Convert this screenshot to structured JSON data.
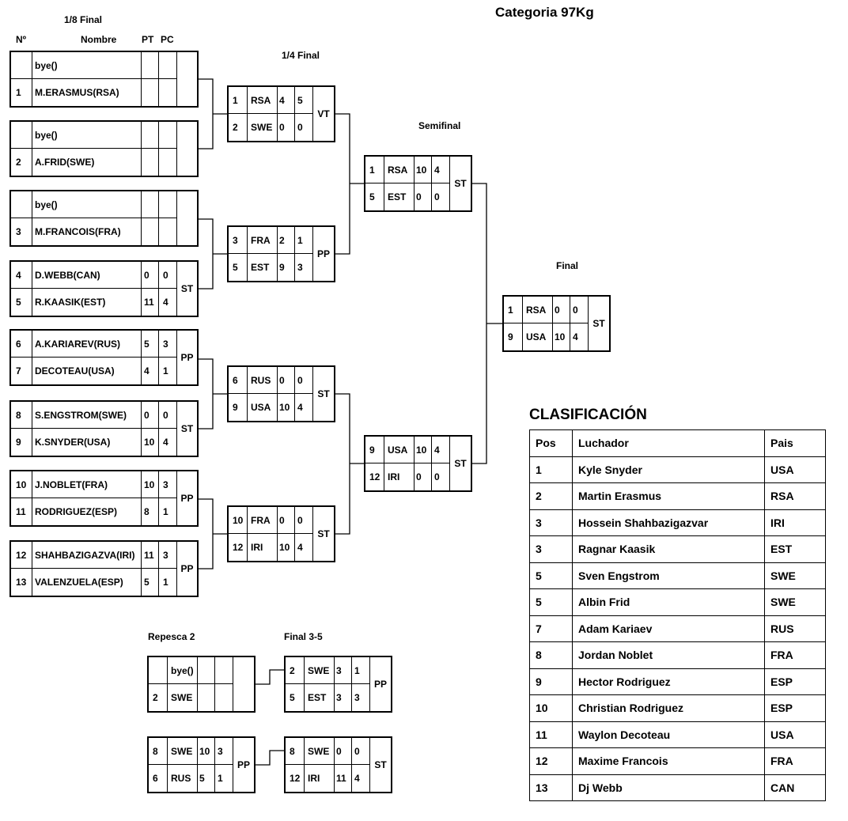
{
  "header": {
    "category": "Categoria 97Kg",
    "round_eighth": "1/8 Final",
    "col_no": "Nº",
    "col_name": "Nombre",
    "col_pt": "PT",
    "col_pc": "PC",
    "round_quarter": "1/4 Final",
    "round_semi": "Semifinal",
    "round_final": "Final",
    "repechage": "Repesca 2",
    "bronze": "Final 3-5"
  },
  "eighths": [
    {
      "a": {
        "no": "",
        "name": "bye()",
        "pt": "",
        "pc": ""
      },
      "b": {
        "no": "1",
        "name": "M.ERASMUS(RSA)",
        "pt": "",
        "pc": ""
      },
      "result": ""
    },
    {
      "a": {
        "no": "",
        "name": "bye()",
        "pt": "",
        "pc": ""
      },
      "b": {
        "no": "2",
        "name": "A.FRID(SWE)",
        "pt": "",
        "pc": ""
      },
      "result": ""
    },
    {
      "a": {
        "no": "",
        "name": "bye()",
        "pt": "",
        "pc": ""
      },
      "b": {
        "no": "3",
        "name": "M.FRANCOIS(FRA)",
        "pt": "",
        "pc": ""
      },
      "result": ""
    },
    {
      "a": {
        "no": "4",
        "name": "D.WEBB(CAN)",
        "pt": "0",
        "pc": "0"
      },
      "b": {
        "no": "5",
        "name": "R.KAASIK(EST)",
        "pt": "11",
        "pc": "4"
      },
      "result": "ST"
    },
    {
      "a": {
        "no": "6",
        "name": "A.KARIAREV(RUS)",
        "pt": "5",
        "pc": "3"
      },
      "b": {
        "no": "7",
        "name": "DECOTEAU(USA)",
        "pt": "4",
        "pc": "1"
      },
      "result": "PP"
    },
    {
      "a": {
        "no": "8",
        "name": "S.ENGSTROM(SWE)",
        "pt": "0",
        "pc": "0"
      },
      "b": {
        "no": "9",
        "name": "K.SNYDER(USA)",
        "pt": "10",
        "pc": "4"
      },
      "result": "ST"
    },
    {
      "a": {
        "no": "10",
        "name": "J.NOBLET(FRA)",
        "pt": "10",
        "pc": "3"
      },
      "b": {
        "no": "11",
        "name": "RODRIGUEZ(ESP)",
        "pt": "8",
        "pc": "1"
      },
      "result": "PP"
    },
    {
      "a": {
        "no": "12",
        "name": "SHAHBAZIGAZVA(IRI)",
        "pt": "11",
        "pc": "3"
      },
      "b": {
        "no": "13",
        "name": "VALENZUELA(ESP)",
        "pt": "5",
        "pc": "1"
      },
      "result": "PP"
    }
  ],
  "quarters": [
    {
      "a": {
        "no": "1",
        "name": "RSA",
        "pt": "4",
        "pc": "5"
      },
      "b": {
        "no": "2",
        "name": "SWE",
        "pt": "0",
        "pc": "0"
      },
      "result": "VT"
    },
    {
      "a": {
        "no": "3",
        "name": "FRA",
        "pt": "2",
        "pc": "1"
      },
      "b": {
        "no": "5",
        "name": "EST",
        "pt": "9",
        "pc": "3"
      },
      "result": "PP"
    },
    {
      "a": {
        "no": "6",
        "name": "RUS",
        "pt": "0",
        "pc": "0"
      },
      "b": {
        "no": "9",
        "name": "USA",
        "pt": "10",
        "pc": "4"
      },
      "result": "ST"
    },
    {
      "a": {
        "no": "10",
        "name": "FRA",
        "pt": "0",
        "pc": "0"
      },
      "b": {
        "no": "12",
        "name": "IRI",
        "pt": "10",
        "pc": "4"
      },
      "result": "ST"
    }
  ],
  "semis": [
    {
      "a": {
        "no": "1",
        "name": "RSA",
        "pt": "10",
        "pc": "4"
      },
      "b": {
        "no": "5",
        "name": "EST",
        "pt": "0",
        "pc": "0"
      },
      "result": "ST"
    },
    {
      "a": {
        "no": "9",
        "name": "USA",
        "pt": "10",
        "pc": "4"
      },
      "b": {
        "no": "12",
        "name": "IRI",
        "pt": "0",
        "pc": "0"
      },
      "result": "ST"
    }
  ],
  "final": [
    {
      "a": {
        "no": "1",
        "name": "RSA",
        "pt": "0",
        "pc": "0"
      },
      "b": {
        "no": "9",
        "name": "USA",
        "pt": "10",
        "pc": "4"
      },
      "result": "ST"
    }
  ],
  "repechage": [
    {
      "a": {
        "no": "",
        "name": "bye()",
        "pt": "",
        "pc": ""
      },
      "b": {
        "no": "2",
        "name": "SWE",
        "pt": "",
        "pc": ""
      },
      "result": ""
    },
    {
      "a": {
        "no": "8",
        "name": "SWE",
        "pt": "10",
        "pc": "3"
      },
      "b": {
        "no": "6",
        "name": "RUS",
        "pt": "5",
        "pc": "1"
      },
      "result": "PP"
    }
  ],
  "bronze": [
    {
      "a": {
        "no": "2",
        "name": "SWE",
        "pt": "3",
        "pc": "1"
      },
      "b": {
        "no": "5",
        "name": "EST",
        "pt": "3",
        "pc": "3"
      },
      "result": "PP"
    },
    {
      "a": {
        "no": "8",
        "name": "SWE",
        "pt": "0",
        "pc": "0"
      },
      "b": {
        "no": "12",
        "name": "IRI",
        "pt": "11",
        "pc": "4"
      },
      "result": "ST"
    }
  ],
  "classification": {
    "title": "CLASIFICACIÓN",
    "headers": [
      "Pos",
      "Luchador",
      "Pais"
    ],
    "rows": [
      [
        "1",
        "Kyle Snyder",
        "USA"
      ],
      [
        "2",
        "Martin Erasmus",
        "RSA"
      ],
      [
        "3",
        "Hossein Shahbazigazvar",
        "IRI"
      ],
      [
        "3",
        "Ragnar Kaasik",
        "EST"
      ],
      [
        "5",
        "Sven Engstrom",
        "SWE"
      ],
      [
        "5",
        "Albin Frid",
        "SWE"
      ],
      [
        "7",
        "Adam Kariaev",
        "RUS"
      ],
      [
        "8",
        "Jordan Noblet",
        "FRA"
      ],
      [
        "9",
        "Hector Rodriguez",
        "ESP"
      ],
      [
        "10",
        "Christian Rodriguez",
        "ESP"
      ],
      [
        "11",
        "Waylon Decoteau",
        "USA"
      ],
      [
        "12",
        "Maxime Francois",
        "FRA"
      ],
      [
        "13",
        "Dj Webb",
        "CAN"
      ]
    ]
  }
}
